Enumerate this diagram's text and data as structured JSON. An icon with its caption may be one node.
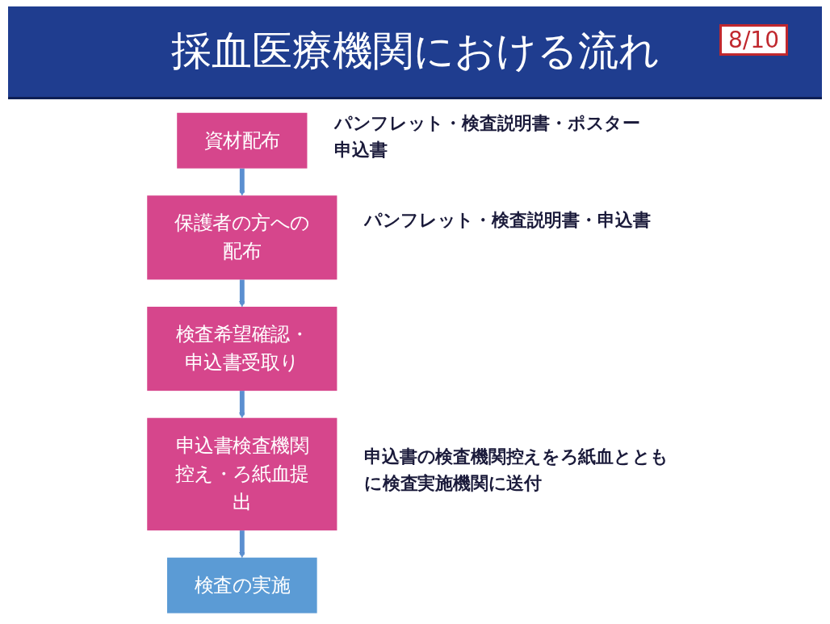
{
  "diagram": {
    "title": "採血医療機関における流れ",
    "nodes": [
      {
        "text": [
          "資材配布"
        ],
        "beside": [
          "パンフレット・検査説明書・ポスター申込書"
        ]
      },
      {
        "text": [
          "保護者の方への配布"
        ],
        "beside": [
          "パンフレット・検査説明書・申込書"
        ]
      },
      {
        "text": [
          "検査希望確認・申込書受取り"
        ]
      },
      {
        "text": [
          "申込書検査機関控え・ろ紙血提出"
        ],
        "beside": [
          "申込書の検査機関控えをろ紙血とともに検査実施機関に送付"
        ]
      },
      {
        "text": [
          "検査の実施"
        ]
      }
    ],
    "edges": [
      {
        "from": 0,
        "to": 1,
        "arrow": "to"
      },
      {
        "from": 1,
        "to": 2,
        "arrow": "to"
      },
      {
        "from": 2,
        "to": 3,
        "arrow": "to"
      },
      {
        "from": 3,
        "to": 4,
        "arrow": "to"
      }
    ],
    "labels": [
      "8/10"
    ]
  }
}
